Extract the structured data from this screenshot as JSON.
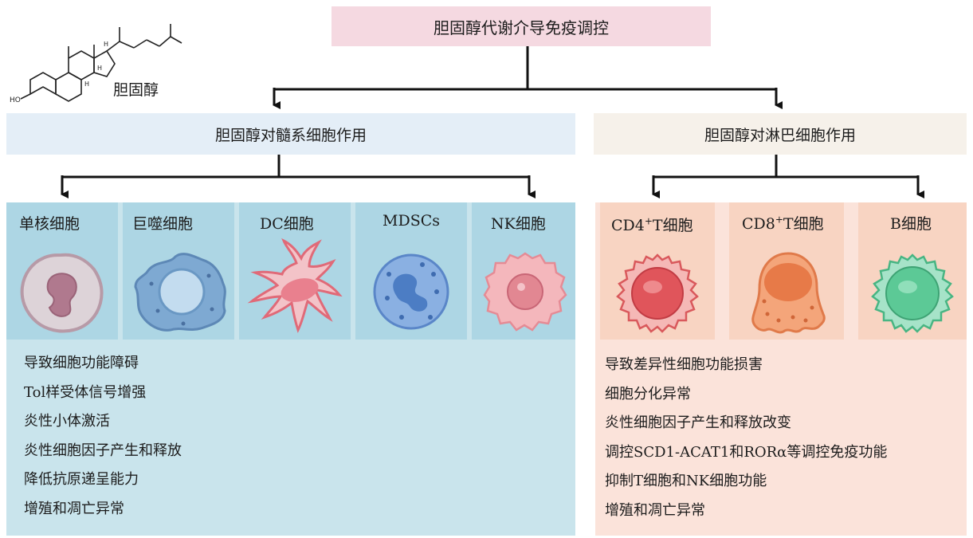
{
  "title": "胆固醇代谢介导免疫调控",
  "structure_label": "胆固醇",
  "branches": {
    "myeloid": {
      "label": "胆固醇对髓系细胞作用",
      "cells": [
        "单核细胞",
        "巨噬细胞",
        "DC细胞",
        "MDSCs",
        "NK细胞"
      ],
      "effects": [
        "导致细胞功能障碍",
        "Tol样受体信号增强",
        "炎性小体激活",
        "炎性细胞因子产生和释放",
        "降低抗原递呈能力",
        "增殖和凋亡异常"
      ]
    },
    "lymphoid": {
      "label": "胆固醇对淋巴细胞作用",
      "cells": [
        {
          "main": "CD4",
          "sup": "+",
          "rest": "T细胞"
        },
        {
          "main": "CD8",
          "sup": "+",
          "rest": "T细胞"
        },
        {
          "main": "B细胞",
          "sup": "",
          "rest": ""
        }
      ],
      "effects": [
        "导致差异性细胞功能损害",
        "细胞分化异常",
        "炎性细胞因子产生和释放改变",
        "调控SCD1-ACAT1和RORα等调控免疫功能",
        "抑制T细胞和NK细胞功能",
        "增殖和凋亡异常"
      ]
    }
  },
  "colors": {
    "title_bg": "#f5d9e1",
    "myeloid_bg": "#c9e4ec",
    "lymphoid_bg": "#fbe3da",
    "monocyte": "#c8b6c0",
    "macrophage": "#8cb6d8",
    "dc": "#f08a93",
    "mdsc": "#5a8fd0",
    "nk": "#eea0a8",
    "cd4": "#e05a5e",
    "cd8": "#ee9a6a",
    "bcell": "#55c493"
  }
}
